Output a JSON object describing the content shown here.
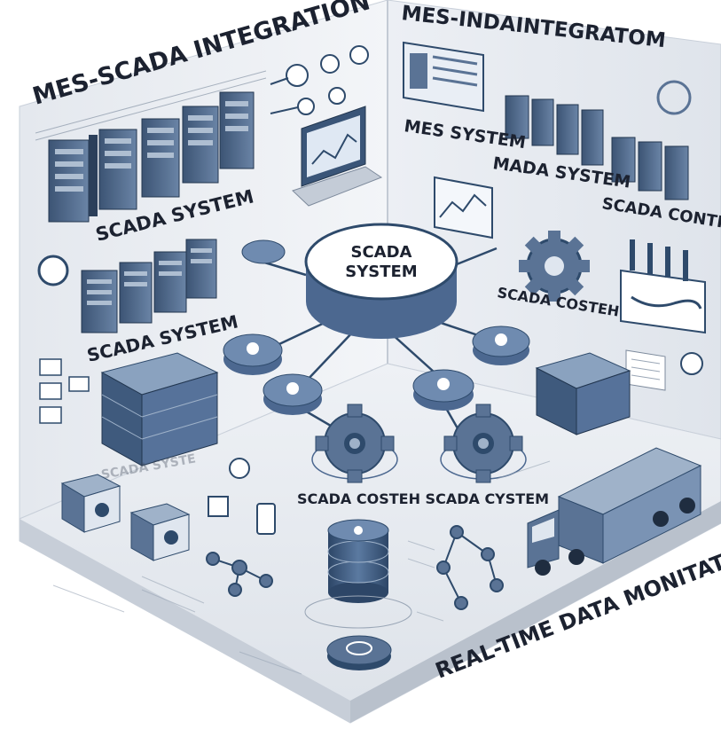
{
  "left_wall": {
    "title": "MES-SCADA INTEGRATION",
    "label_top": "SCADA SYSTEM",
    "label_mid": "SCADA SYSTEM",
    "label_faint": "SCADA SYSTE"
  },
  "right_wall": {
    "title": "MES-INDAINTEGRATOM",
    "label_mes": "MES SYSTEM",
    "label_mada": "MADA SYSTEM",
    "label_control": "SCADA CONTROL",
    "label_costeh": "SCADA COSTEH"
  },
  "center": {
    "hub_line1": "SCADA",
    "hub_line2": "SYSTEM",
    "floor_label": "SCADA COSTEH SCADA CYSTEM"
  },
  "floor": {
    "caption": "REAL-TIME DATA MONITATING"
  },
  "icons": {
    "hub": "database-hub-icon",
    "gear": "gear-icon",
    "database": "database-icon",
    "truck": "truck-icon",
    "laptop": "laptop-icon",
    "server": "server-rack-icon",
    "network": "network-nodes-icon",
    "cloud": "cloud-node-icon",
    "clock": "clock-icon"
  },
  "colors": {
    "wall": "#eef1f5",
    "floor": "#e3e7ed",
    "navy": "#2e4a6b",
    "steel": "#5a7395",
    "light": "#9fb2c9",
    "ink": "#1c2230"
  }
}
